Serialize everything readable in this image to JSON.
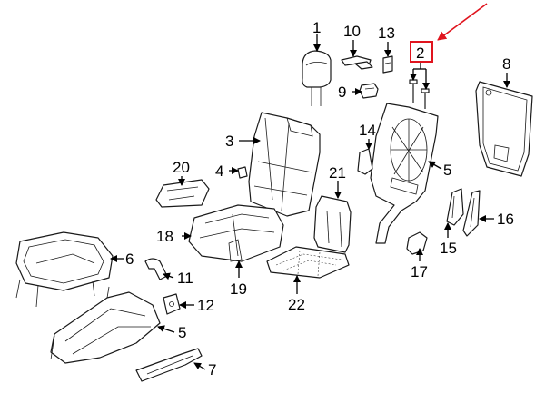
{
  "callouts": {
    "c1": "1",
    "c2": "2",
    "c3": "3",
    "c4": "4",
    "c5a": "5",
    "c5b": "5",
    "c6": "6",
    "c7": "7",
    "c8": "8",
    "c9": "9",
    "c10": "10",
    "c11": "11",
    "c12": "12",
    "c13": "13",
    "c14": "14",
    "c15": "15",
    "c16": "16",
    "c17": "17",
    "c18": "18",
    "c19": "19",
    "c20": "20",
    "c21": "21",
    "c22": "22"
  },
  "colors": {
    "highlight": "#e0141e",
    "linework": "#1a1a1a",
    "background": "#ffffff"
  },
  "highlighted_callout": "2"
}
